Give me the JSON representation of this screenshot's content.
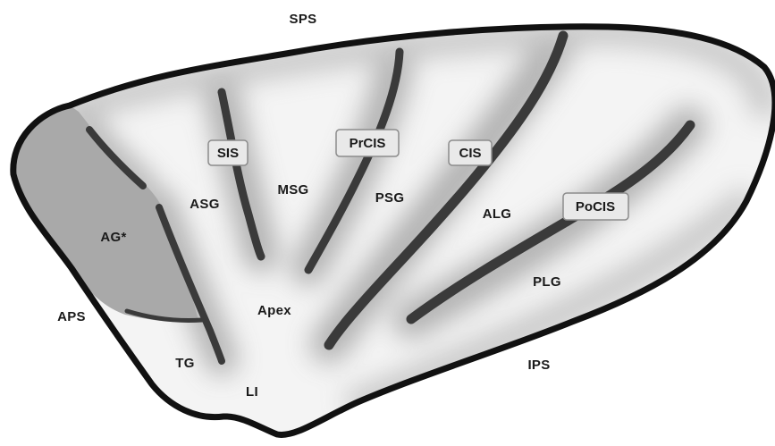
{
  "labels": {
    "sps": "SPS",
    "aps": "APS",
    "ips": "IPS",
    "ag": "AG*",
    "asg": "ASG",
    "msg": "MSG",
    "psg": "PSG",
    "alg": "ALG",
    "plg": "PLG",
    "apex": "Apex",
    "tg": "TG",
    "li": "LI"
  },
  "boxed_labels": {
    "sis": "SIS",
    "prcis": "PrCIS",
    "cis": "CIS",
    "pocis": "PoCIS"
  },
  "colors": {
    "outline": "#111111",
    "surface": "#f4f4f4",
    "shade": "#b3b3b3",
    "ag_region": "#a9a9a9",
    "sulcus": "#3a3a3a"
  }
}
